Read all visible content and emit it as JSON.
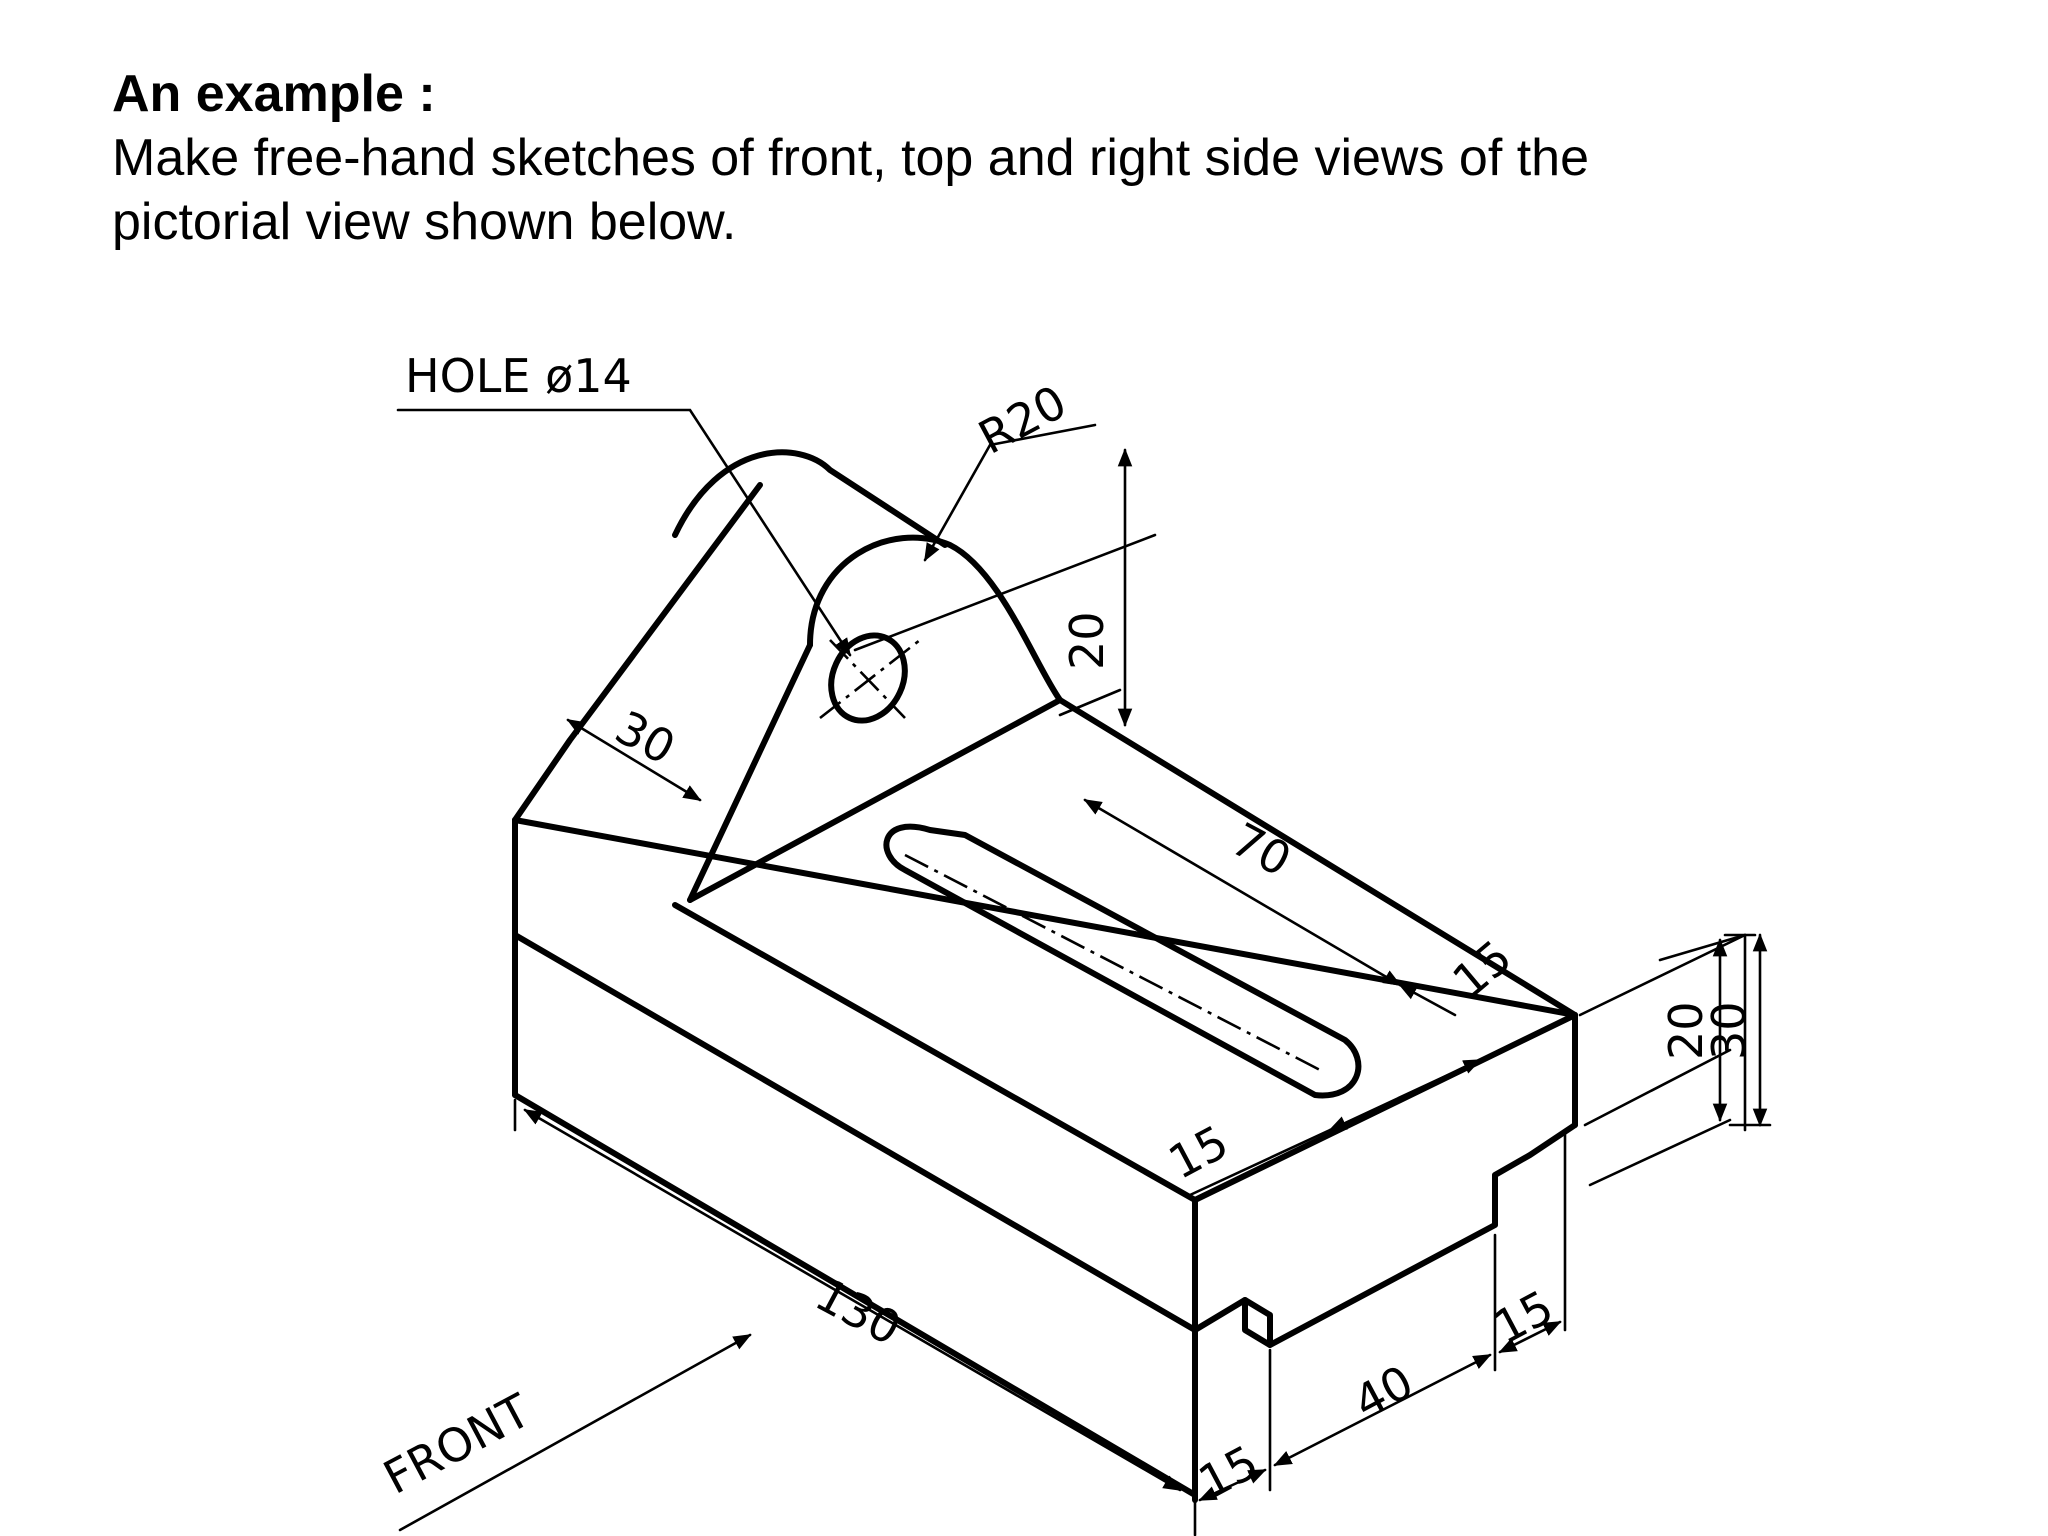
{
  "header": {
    "title": "An example :",
    "instruction": " Make free-hand sketches of front, top and right side views of the\npictorial view shown below."
  },
  "drawing": {
    "labels": {
      "hole": "HOLE ø14",
      "radius": "R20",
      "front": "FRONT"
    },
    "dimensions": {
      "upright_thickness": "30",
      "hole_height": "20",
      "slot_length": "70",
      "slot_end_offset": "15",
      "slot_side_offset": "15",
      "overall_length": "130",
      "step_height": "20",
      "overall_height": "30",
      "groove_width": "15",
      "groove_offset": "40",
      "groove_right": "15"
    }
  }
}
